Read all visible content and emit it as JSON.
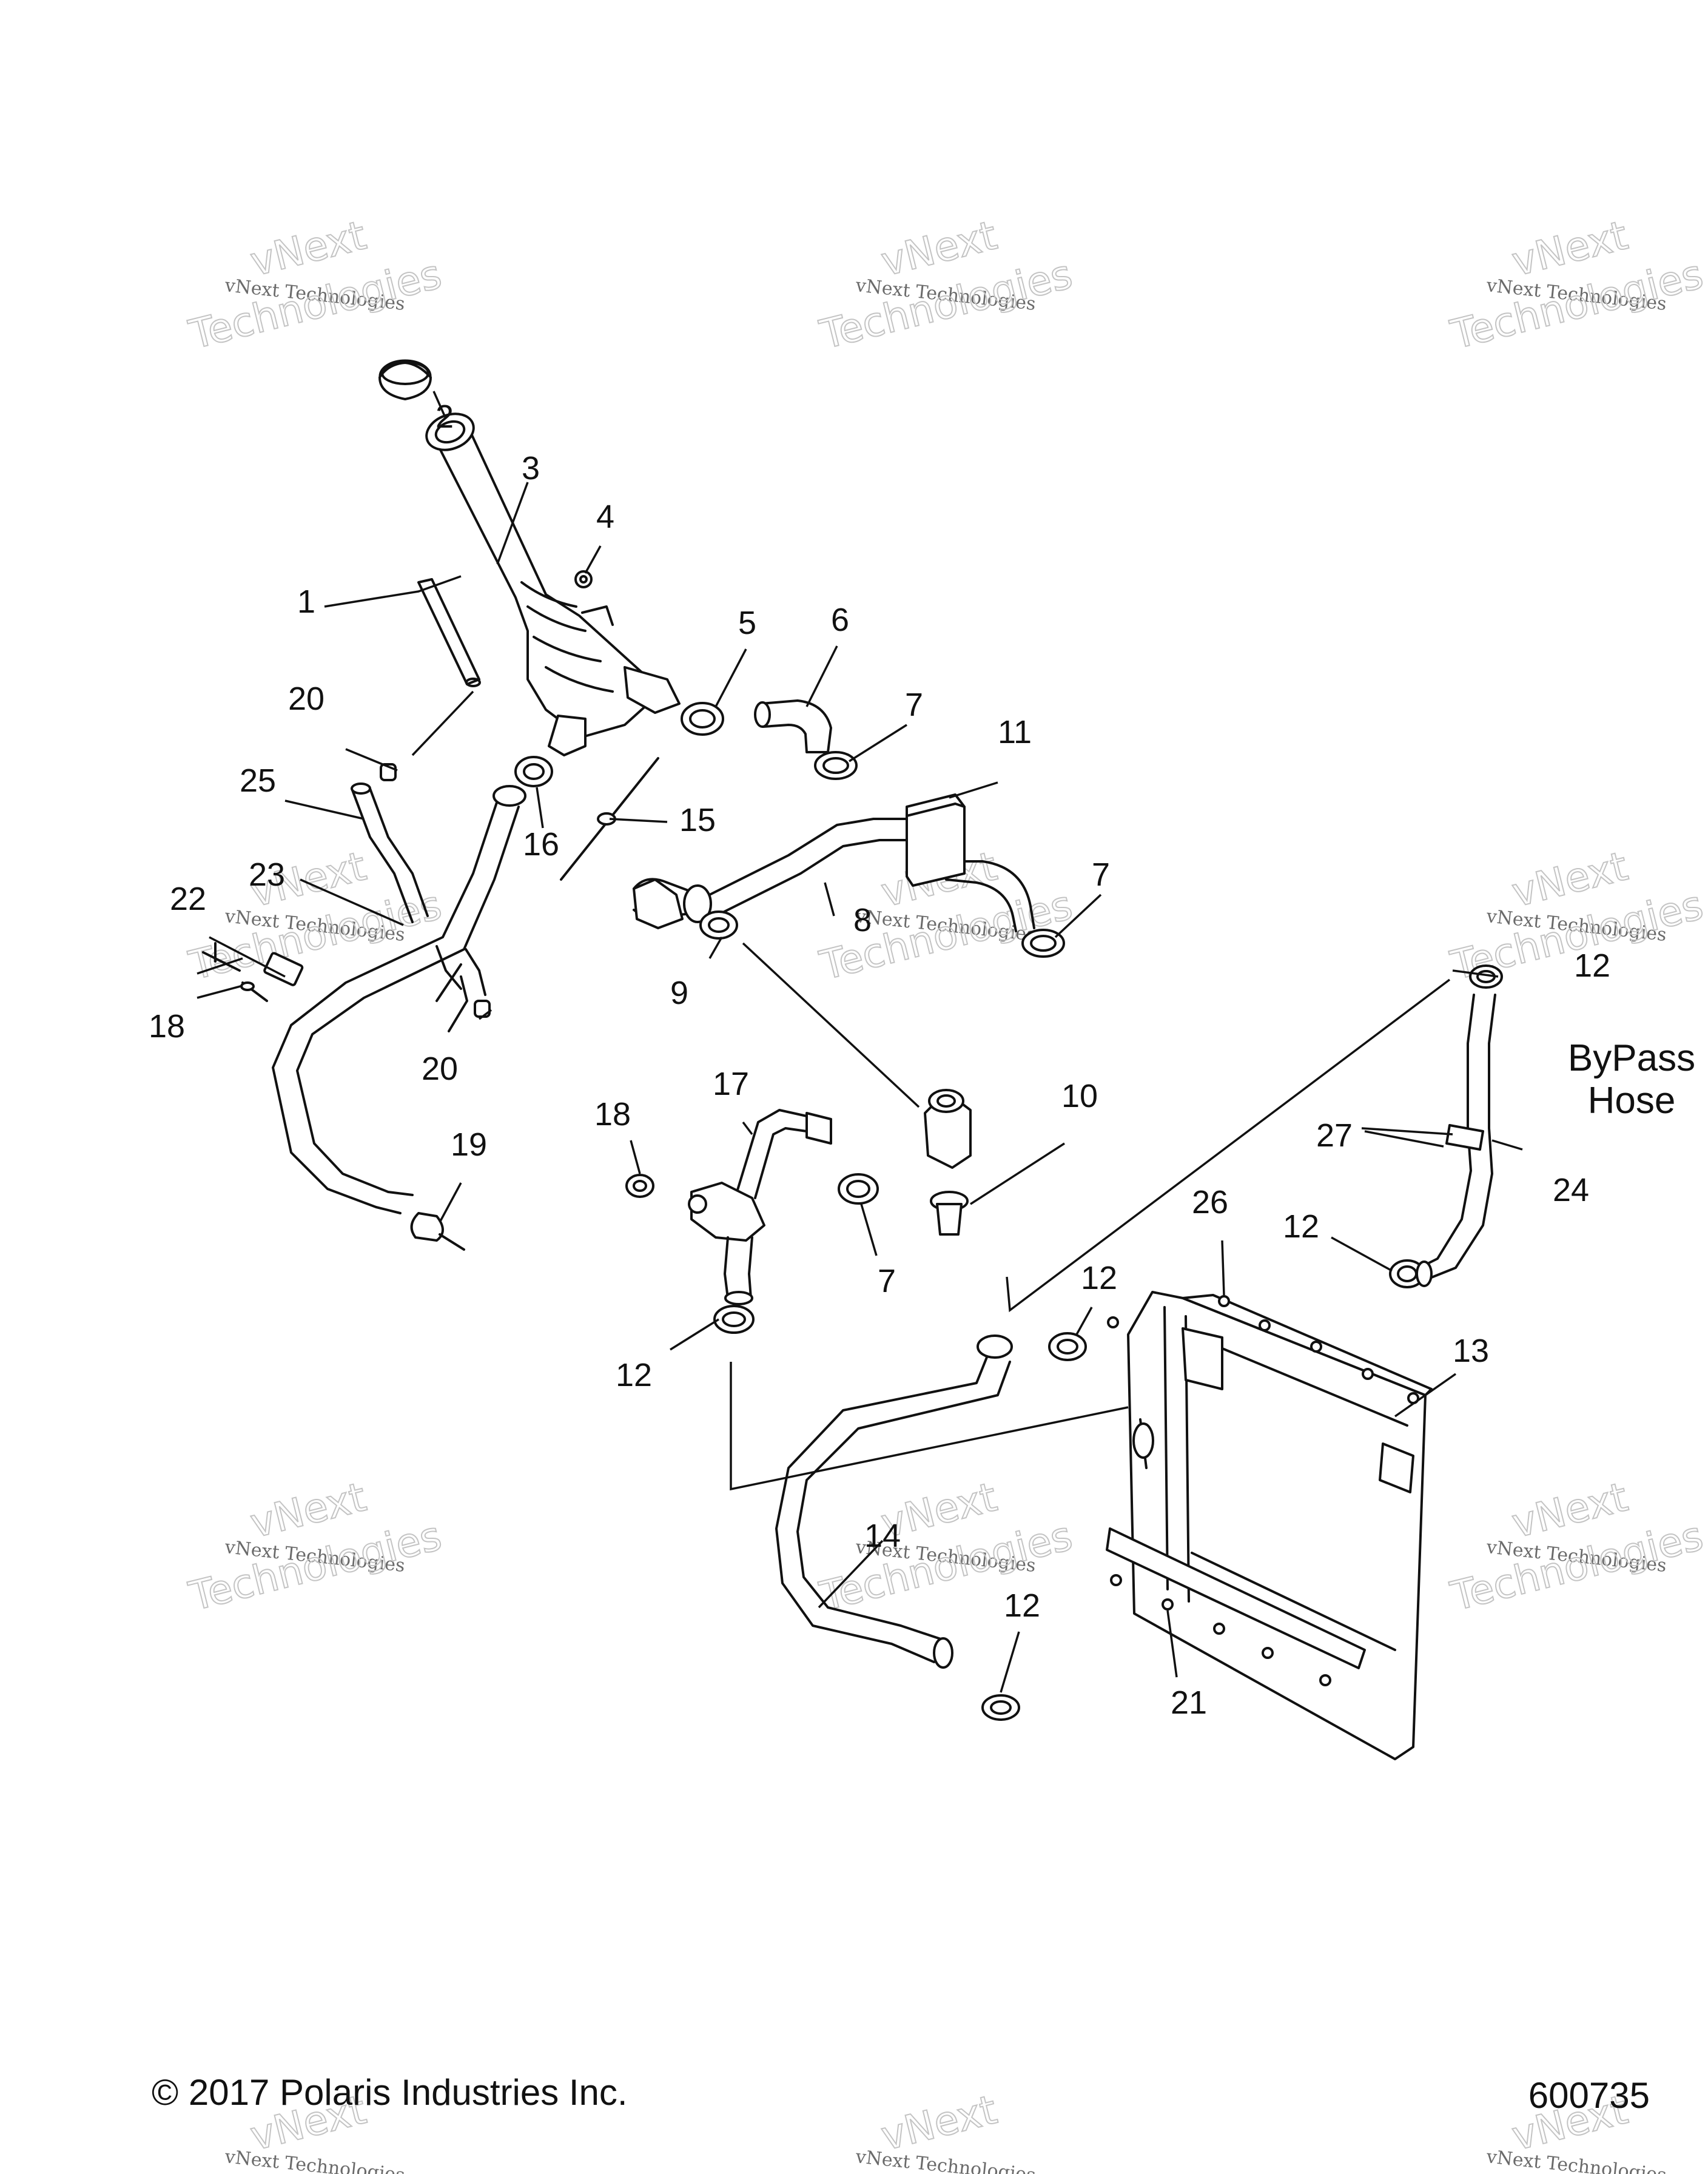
{
  "callouts": [
    "1",
    "2",
    "3",
    "4",
    "5",
    "6",
    "7",
    "7",
    "7",
    "8",
    "9",
    "10",
    "11",
    "12",
    "12",
    "12",
    "12",
    "12",
    "12",
    "13",
    "14",
    "15",
    "16",
    "17",
    "18",
    "18",
    "19",
    "20",
    "20",
    "21",
    "22",
    "23",
    "24",
    "25",
    "26",
    "27"
  ],
  "note": {
    "line1": "ByPass",
    "line2": "Hose"
  },
  "footer": {
    "copyright": "© 2017 Polaris Industries Inc.",
    "figure_number": "600735"
  },
  "watermark": {
    "small": "vNext Technologies",
    "top": "vNext",
    "bottom": "Technologies"
  }
}
